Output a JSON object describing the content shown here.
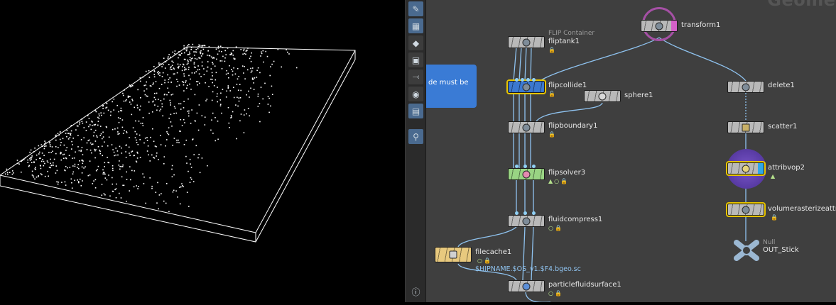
{
  "network": {
    "context_label": "Geometry",
    "sticky_note_text": "de must be",
    "nodes": [
      {
        "id": "transform1",
        "label": "transform1"
      },
      {
        "id": "fliptank1",
        "label": "fliptank1",
        "sublabel": "FLIP Container"
      },
      {
        "id": "flipcollide1",
        "label": "flipcollide1"
      },
      {
        "id": "sphere1",
        "label": "sphere1"
      },
      {
        "id": "delete1",
        "label": "delete1"
      },
      {
        "id": "flipboundary1",
        "label": "flipboundary1"
      },
      {
        "id": "scatter1",
        "label": "scatter1"
      },
      {
        "id": "flipsolver3",
        "label": "flipsolver3"
      },
      {
        "id": "attribvop2",
        "label": "attribvop2"
      },
      {
        "id": "volumerasterizeattr",
        "label": "volumerasterizeattri"
      },
      {
        "id": "fluidcompress1",
        "label": "fluidcompress1"
      },
      {
        "id": "null",
        "label": "OUT_Stick",
        "sublabel": "Null"
      },
      {
        "id": "filecache1",
        "label": "filecache1",
        "path": "$HIPNAME.$OS_v1.$F4.bgeo.sc"
      },
      {
        "id": "particlefluidsurface1",
        "label": "particlefluidsurface1"
      }
    ]
  },
  "toolstrip": {
    "tools": [
      "select-icon",
      "checker-icon",
      "display-icon",
      "snap-icon",
      "handle-icon",
      "record-icon",
      "camera-icon",
      "pin-icon"
    ],
    "info_icon": "ⓘ"
  },
  "colors": {
    "viewport_bg": "#000000",
    "network_bg": "#3f3f3f",
    "wire": "#8fc3f0",
    "selected_outline": "#e7c400",
    "display_flag": "#d460c8"
  }
}
